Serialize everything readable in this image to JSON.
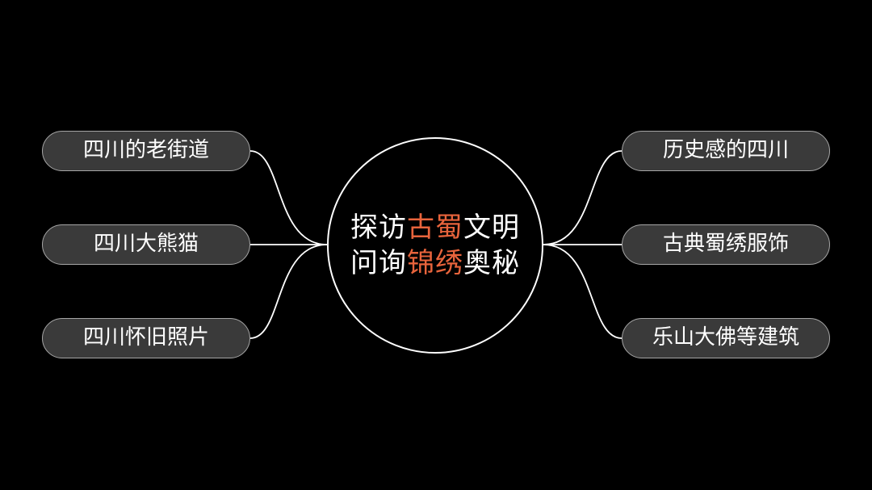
{
  "center": {
    "line1": [
      {
        "text": "探访",
        "highlight": false
      },
      {
        "text": "古蜀",
        "highlight": true
      },
      {
        "text": "文明",
        "highlight": false
      }
    ],
    "line2": [
      {
        "text": "问询",
        "highlight": false
      },
      {
        "text": "锦绣",
        "highlight": true
      },
      {
        "text": "奥秘",
        "highlight": false
      }
    ]
  },
  "left_nodes": [
    "四川的老街道",
    "四川大熊猫",
    "四川怀旧照片"
  ],
  "right_nodes": [
    "历史感的四川",
    "古典蜀绣服饰",
    "乐山大佛等建筑"
  ],
  "colors": {
    "background": "#000000",
    "highlight": "#e8643c",
    "node_fill": "#3a3a3a",
    "node_border": "#a6a6a6",
    "line": "#ffffff"
  }
}
